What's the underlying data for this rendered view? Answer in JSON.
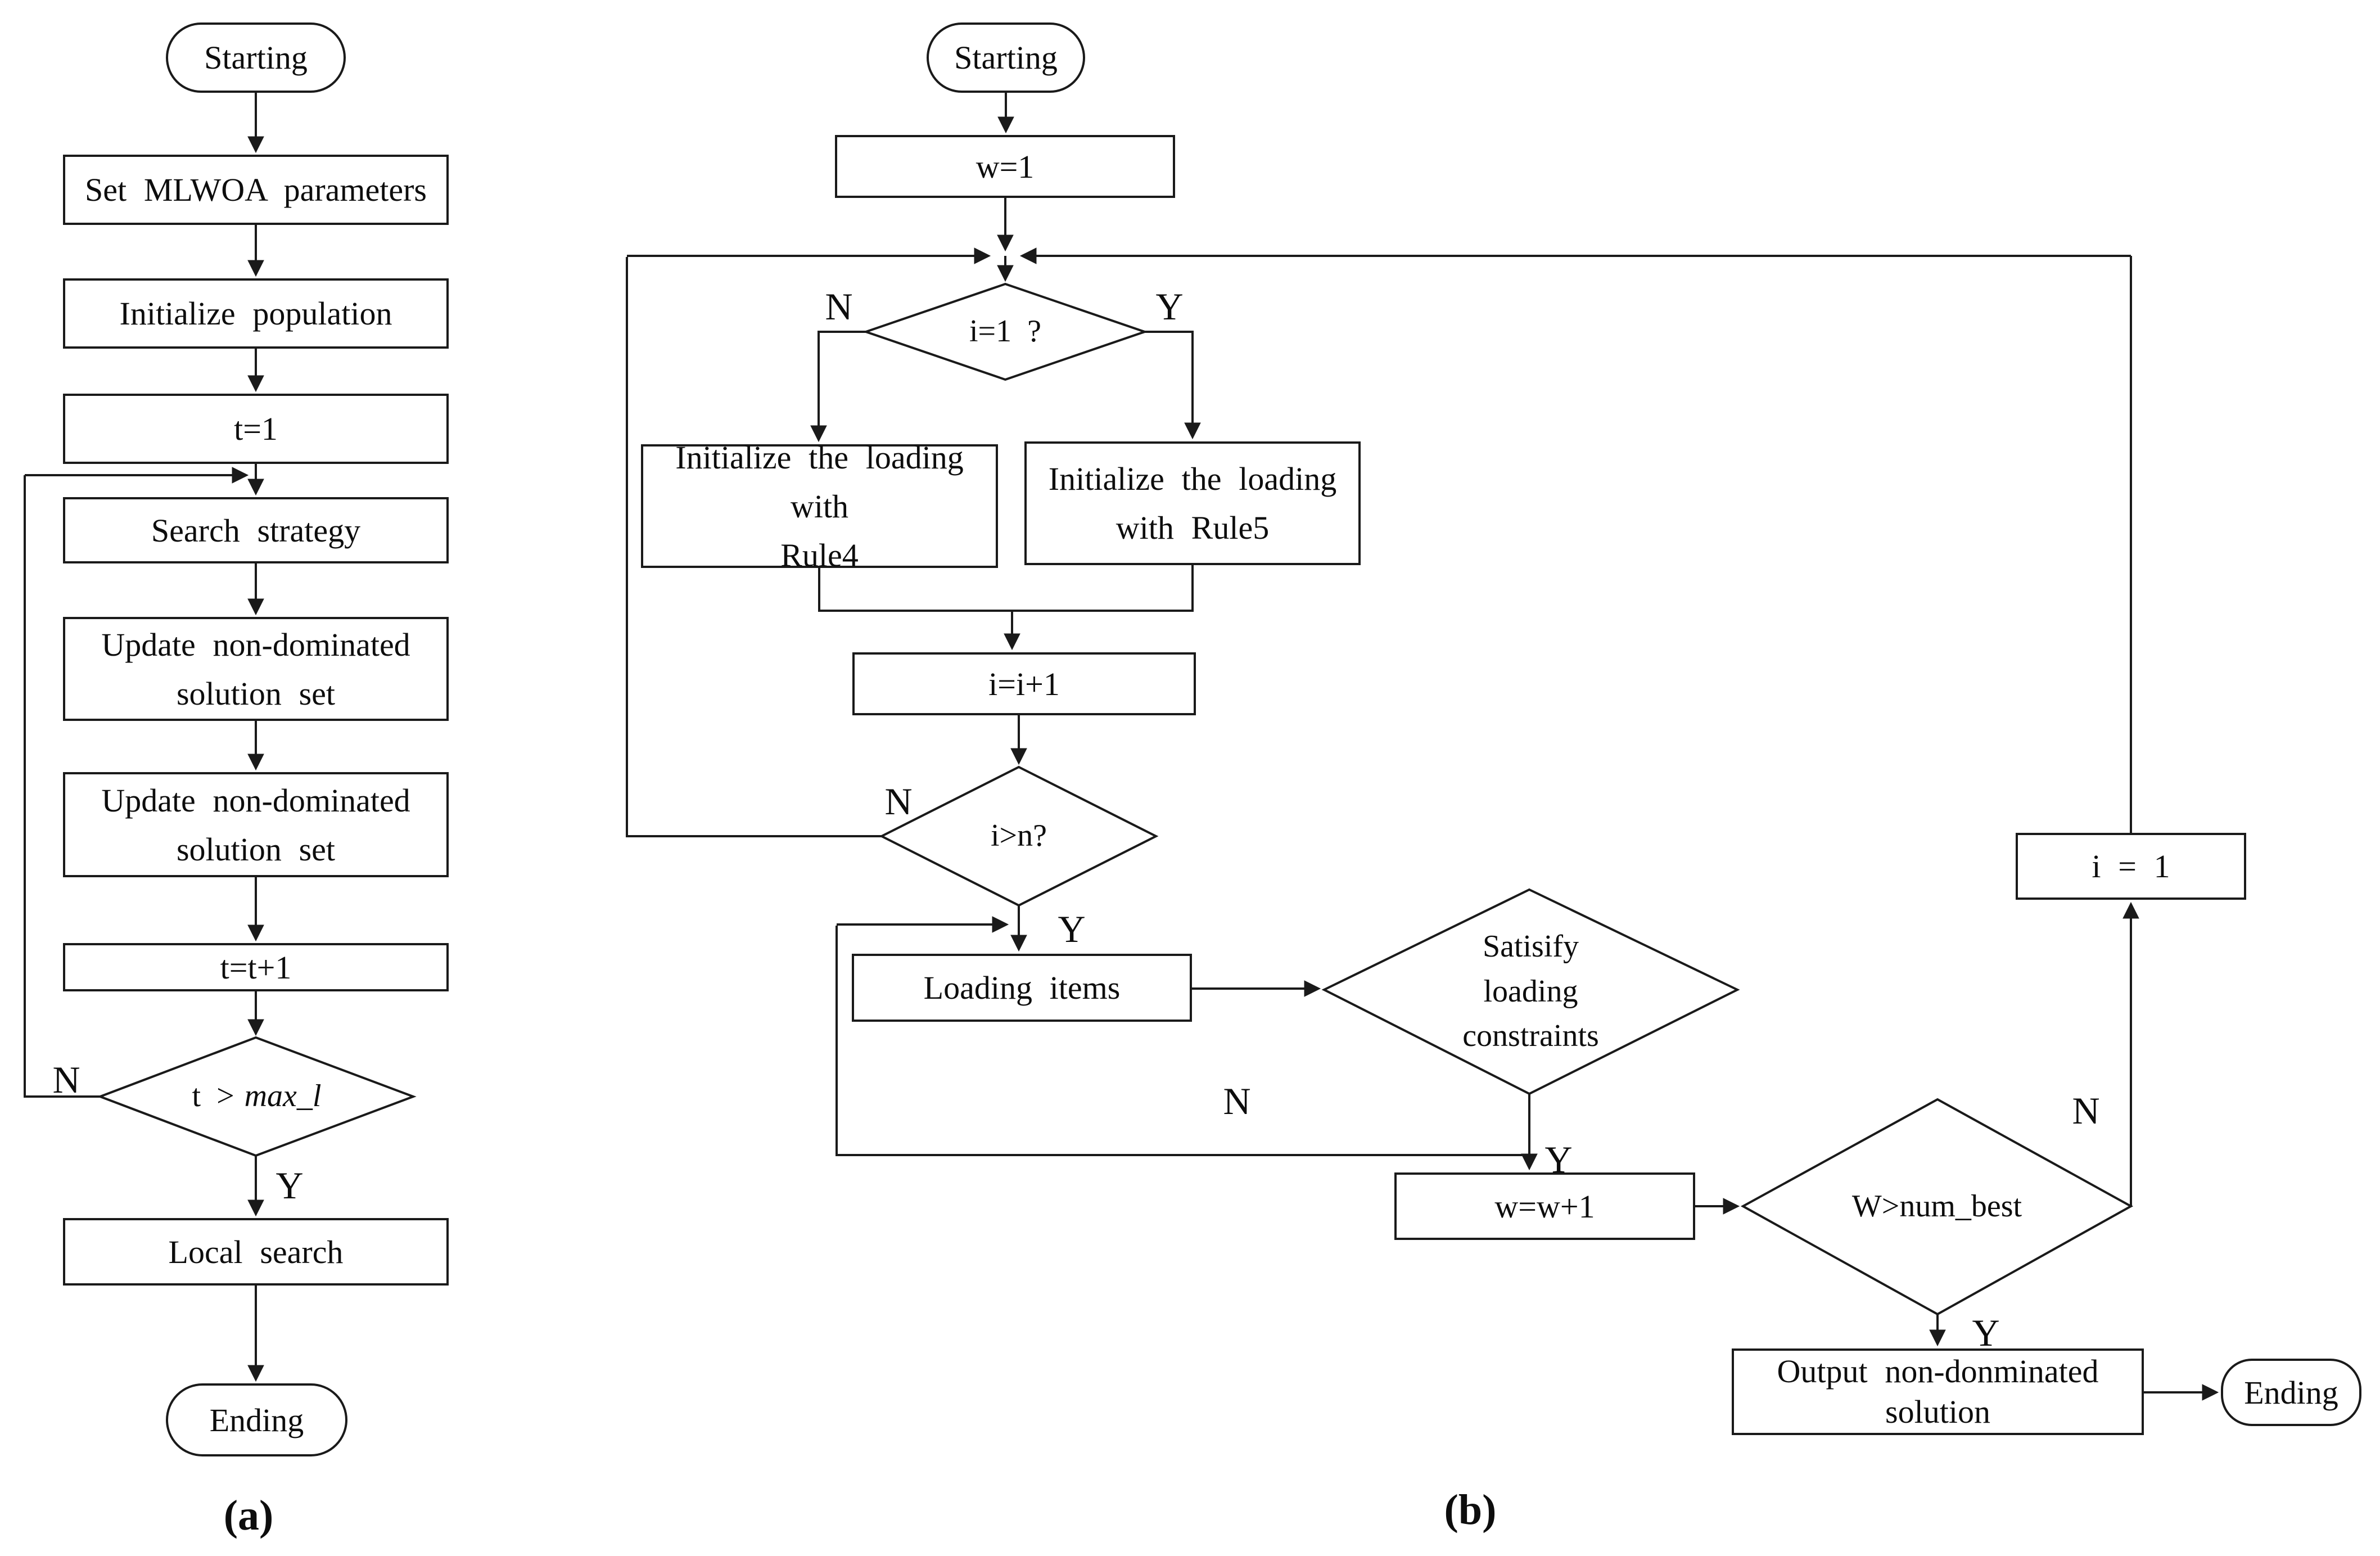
{
  "panel_a": {
    "caption": "(a)",
    "nodes": {
      "start": "Starting",
      "set_params": "Set MLWOA parameters",
      "init_pop": "Initialize population",
      "t_init": "t=1",
      "search": "Search strategy",
      "update1_l1": "Update non-dominated",
      "update1_l2": "solution set",
      "update2_l1": "Update non-dominated",
      "update2_l2": "solution set",
      "t_inc": "t=t+1",
      "cond_pre": "t >",
      "cond_var": "max_l",
      "local_search": "Local search",
      "end": "Ending"
    },
    "labels": {
      "n": "N",
      "y": "Y"
    }
  },
  "panel_b": {
    "caption": "(b)",
    "nodes": {
      "start": "Starting",
      "w_init": "w=1",
      "cond_i1": "i=1 ?",
      "rule4_l1": "Initialize the loading with",
      "rule4_l2": "Rule4",
      "rule5_l1": "Initialize the loading",
      "rule5_l2": "with Rule5",
      "i_inc": "i=i+1",
      "cond_in": "i>n?",
      "cond_sat_l1": "Satisify",
      "cond_sat_l2": "loading",
      "cond_sat_l3": "constraints",
      "loading": "Loading items",
      "w_inc": "w=w+1",
      "cond_w": "W>num_best",
      "i_reset": "i = 1",
      "output_l1": "Output non-donminated",
      "output_l2": "solution",
      "end": "Ending"
    },
    "labels": {
      "i1_n": "N",
      "i1_y": "Y",
      "in_n": "N",
      "in_y": "Y",
      "sat_n": "N",
      "sat_y": "Y",
      "w_n": "N",
      "w_y": "Y"
    }
  },
  "colors": {
    "line": "#1a1a1a",
    "background": "#ffffff"
  }
}
